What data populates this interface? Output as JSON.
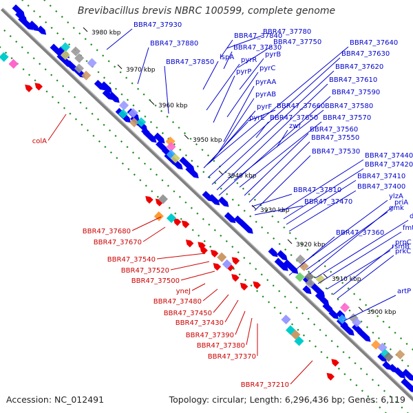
{
  "title": "Brevibacillus brevis NBRC 100599, complete genome",
  "footer": {
    "accession": "Accession: NC_012491",
    "stats": "Topology: circular; Length: 6,296,436 bp; Genes: 6,119"
  },
  "colors": {
    "forward_label": "#0000cc",
    "reverse_label": "#cc0000",
    "backbone": "#808080",
    "cds_forward": "#0000ee",
    "cds_reverse": "#ee0000",
    "gc_dots": "#1a8a1a"
  },
  "kbp_ticks": [
    "3980 kbp",
    "3970 kbp",
    "3960 kbp",
    "3950 kbp",
    "3940 kbp",
    "3930 kbp",
    "3920 kbp",
    "3910 kbp",
    "3900 kbp"
  ],
  "forward_genes": [
    "BBR47_37930",
    "BBR47_37880",
    "BBR47_37850",
    "BBR47_37840",
    "BBR47_37830",
    "lspA",
    "BBR47_37780",
    "BBR47_37750",
    "pyrB",
    "pyrR",
    "pyrP",
    "pyrC",
    "pyrAA",
    "pyrAB",
    "pyrF",
    "pyrE",
    "BBR47_37640",
    "BBR47_37630",
    "BBR47_37620",
    "BBR47_37610",
    "BBR47_37590",
    "BBR47_37660",
    "BBR47_37650",
    "BBR47_37580",
    "BBR47_37570",
    "zwf",
    "BBR47_37560",
    "BBR47_37550",
    "BBR47_37530",
    "BBR47_37440",
    "BBR47_37420",
    "BBR47_37410",
    "BBR47_37400",
    "BBR47_37510",
    "BBR47_37470",
    "ylzA",
    "gmk",
    "priA",
    "def",
    "fmt",
    "BBR47_37360",
    "rsmB",
    "prpC",
    "prkC",
    "artP"
  ],
  "reverse_genes": [
    "colA",
    "BBR47_37680",
    "BBR47_37670",
    "BBR47_37540",
    "BBR47_37520",
    "BBR47_37500",
    "yneJ",
    "BBR47_37480",
    "BBR47_37450",
    "BBR47_37430",
    "BBR47_37390",
    "BBR47_37380",
    "BBR47_37370",
    "BBR47_37210"
  ]
}
